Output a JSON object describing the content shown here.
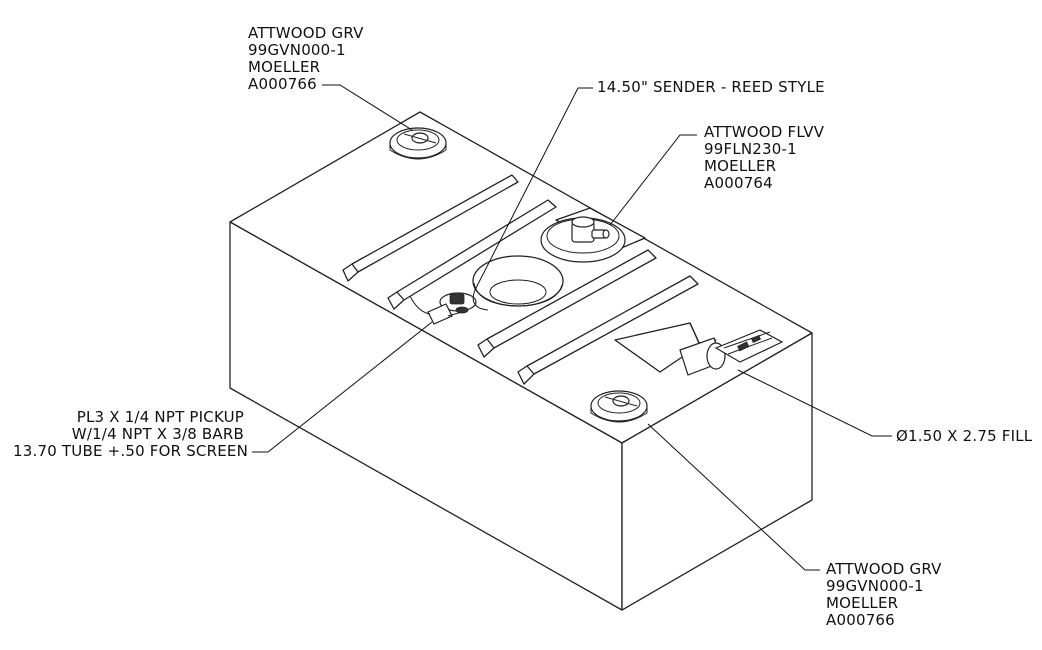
{
  "callouts": {
    "grv_top": {
      "lines": [
        "ATTWOOD GRV",
        "99GVN000-1",
        "MOELLER",
        "A000766"
      ]
    },
    "sender": {
      "lines": [
        "14.50\" SENDER - REED STYLE"
      ]
    },
    "flvv": {
      "lines": [
        "ATTWOOD FLVV",
        "99FLN230-1",
        "MOELLER",
        "A000764"
      ]
    },
    "pickup": {
      "lines": [
        "PL3 X 1/4 NPT PICKUP",
        "W/1/4 NPT X 3/8  BARB",
        "13.70 TUBE +.50 FOR SCREEN"
      ]
    },
    "fill": {
      "lines": [
        "Ø1.50 X 2.75 FILL"
      ]
    },
    "grv_bottom": {
      "lines": [
        "ATTWOOD GRV",
        "99GVN000-1",
        "MOELLER",
        "A000766"
      ]
    }
  }
}
